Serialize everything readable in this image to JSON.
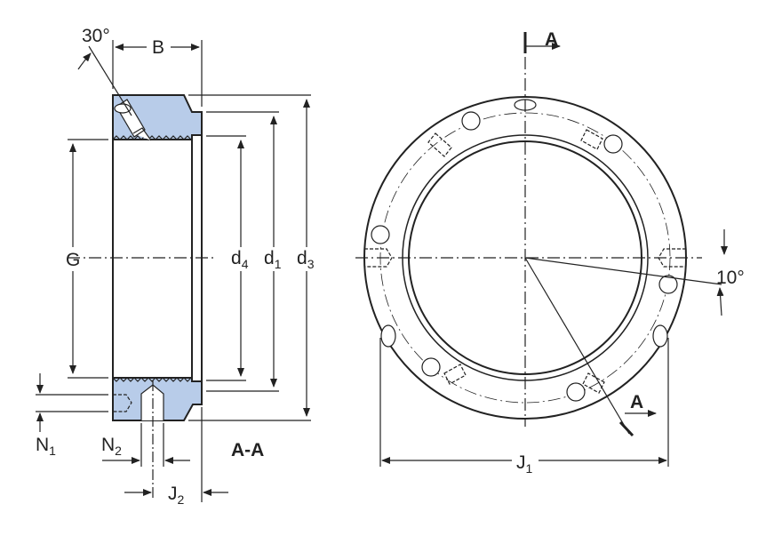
{
  "labels": {
    "angle_30": "30°",
    "B": "B",
    "G": "G",
    "d4": "d",
    "d4_sub": "4",
    "d1": "d",
    "d1_sub": "1",
    "d3": "d",
    "d3_sub": "3",
    "N1": "N",
    "N1_sub": "1",
    "N2": "N",
    "N2_sub": "2",
    "J2": "J",
    "J2_sub": "2",
    "J1": "J",
    "J1_sub": "1",
    "section": "A-A",
    "section_mark_top": "A",
    "section_mark_bottom": "A",
    "angle_10": "10°"
  },
  "colors": {
    "section_fill": "#b8cce9",
    "line": "#222222"
  }
}
